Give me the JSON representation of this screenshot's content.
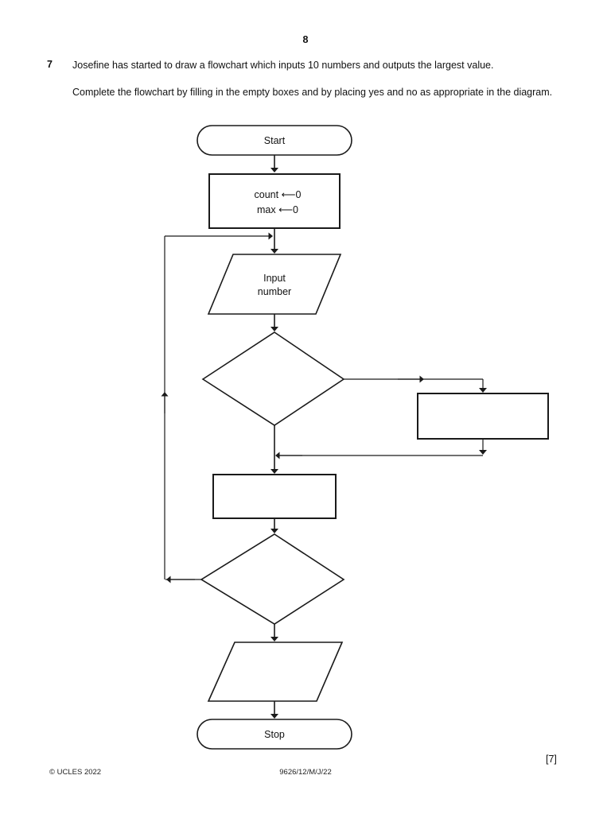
{
  "page": {
    "number": "8",
    "paper_code": "9626/12/M/J/22",
    "copyright": "© UCLES 2022",
    "marks": "[7]"
  },
  "question": {
    "number": "7",
    "stem": "Josefine has started to draw a flowchart which inputs 10 numbers and outputs the largest value.",
    "instruction": "Complete the flowchart by filling in the empty boxes and by placing yes and no as appropriate in the diagram."
  },
  "flowchart": {
    "nodes": [
      {
        "id": "start",
        "type": "terminator",
        "label": "Start",
        "empty": false
      },
      {
        "id": "init",
        "type": "process",
        "label_line1": "count ⟵0",
        "label_line2": "max ⟵0",
        "empty": false
      },
      {
        "id": "input-number",
        "type": "input-output",
        "label_line1": "Input",
        "label_line2": "number",
        "empty": false
      },
      {
        "id": "decision-1",
        "type": "decision",
        "label": "",
        "empty": true
      },
      {
        "id": "process-right",
        "type": "process",
        "label": "",
        "empty": true
      },
      {
        "id": "process-2",
        "type": "process",
        "label": "",
        "empty": true
      },
      {
        "id": "decision-2",
        "type": "decision",
        "label": "",
        "empty": true
      },
      {
        "id": "output",
        "type": "input-output",
        "label": "",
        "empty": true
      },
      {
        "id": "stop",
        "type": "terminator",
        "label": "Stop",
        "empty": false
      }
    ],
    "branch_labels": {
      "decision_1_right": "",
      "decision_1_down": "",
      "decision_2_left": "",
      "decision_2_down": ""
    }
  },
  "colors": {
    "ink": "#1a1a1a",
    "text": "#111111",
    "paper": "#ffffff"
  }
}
